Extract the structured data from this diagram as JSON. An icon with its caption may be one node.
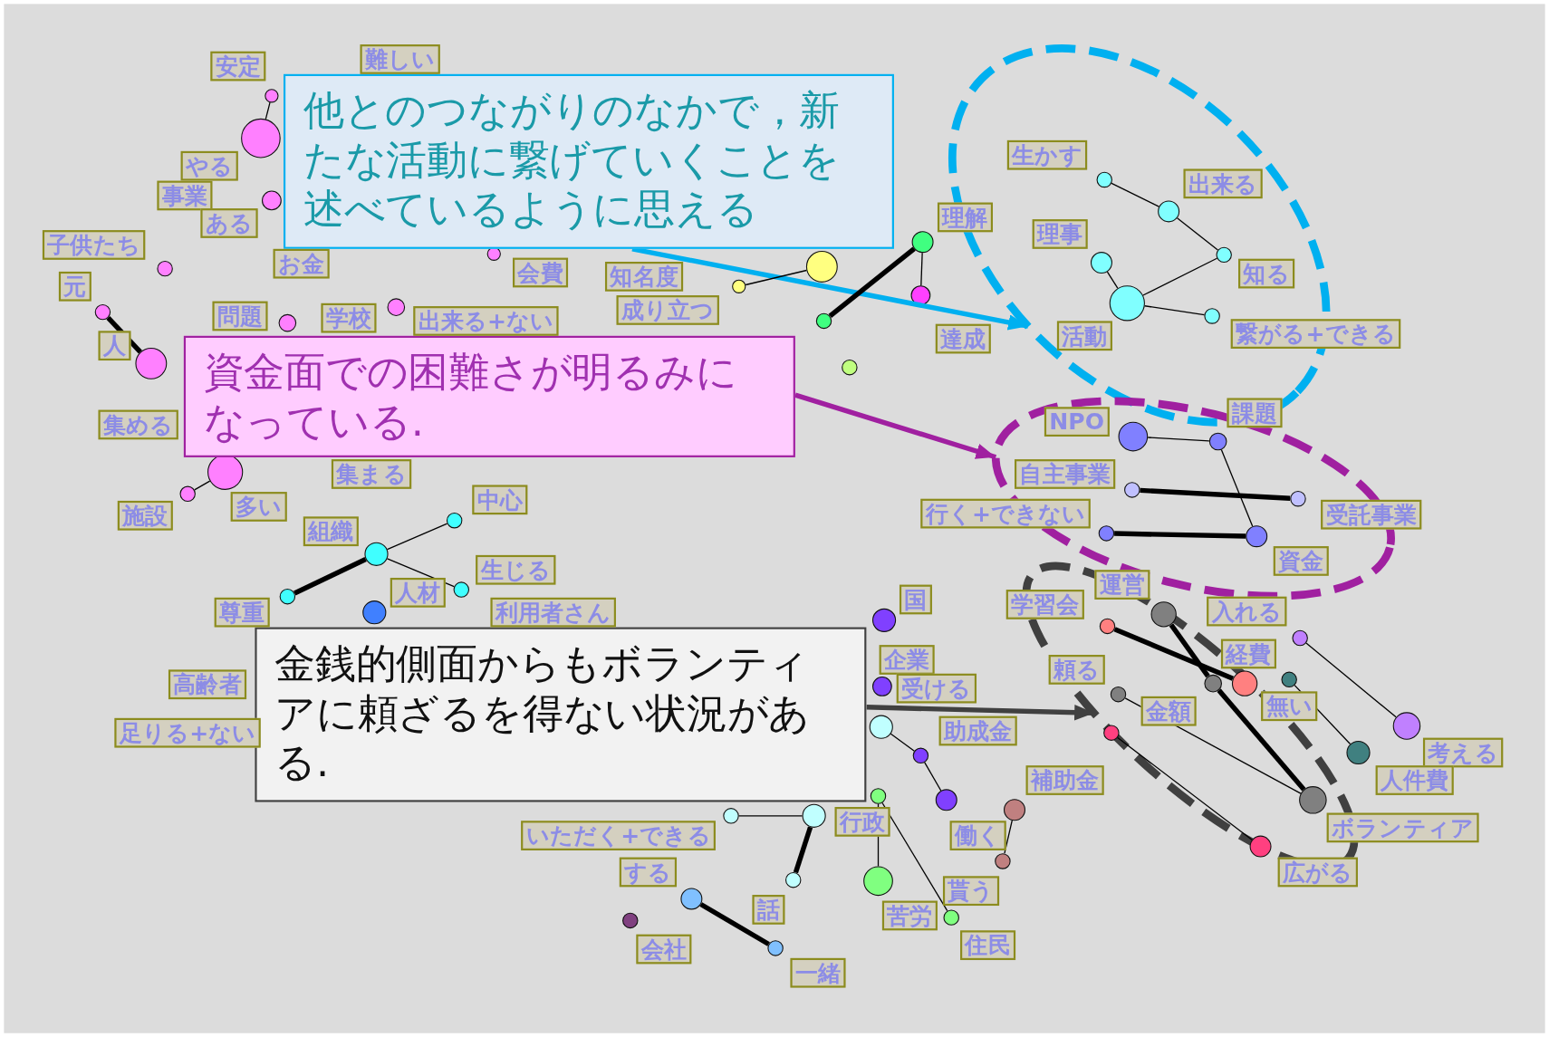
{
  "diagram": {
    "nodes": [
      {
        "text": [
          "他とのつながりのなかで，新たな活動に繋げていくことを述べているように思える"
        ]
      },
      {
        "text": [
          "資金面での困難さが明るみになっている."
        ]
      },
      {
        "text": [
          "金銭的側面からもボランティアに頼ざるを得ない状況がある."
        ]
      },
      {
        "text": [],
        "shape": "ellipse"
      },
      {
        "text": [],
        "shape": "ellipse"
      },
      {
        "text": [],
        "shape": "ellipse"
      },
      {
        "text": [],
        "shape": "circle",
        "beside": [
          "安定"
        ]
      },
      {
        "text": [],
        "shape": "circle",
        "beside": [
          "やる"
        ]
      },
      {
        "text": [],
        "shape": "circle",
        "beside": [
          "事業"
        ]
      },
      {
        "text": [],
        "shape": "circle",
        "beside": [
          "子供たち"
        ]
      },
      {
        "text": [],
        "shape": "circle",
        "beside": [
          "元"
        ]
      },
      {
        "text": [],
        "shape": "circle",
        "beside": [
          "人"
        ]
      },
      {
        "text": [],
        "shape": "circle",
        "beside": [
          "問題"
        ]
      },
      {
        "text": [],
        "shape": "circle",
        "beside": [
          "学校"
        ]
      },
      {
        "text": [],
        "shape": "circle",
        "beside": [
          "会費"
        ]
      },
      {
        "text": [],
        "shape": "circle",
        "beside": [
          "多い"
        ]
      },
      {
        "text": [],
        "shape": "circle",
        "beside": [
          "施設"
        ]
      },
      {
        "text": [],
        "shape": "circle"
      },
      {
        "text": [],
        "shape": "circle",
        "beside": [
          "成り立つ"
        ]
      },
      {
        "text": [],
        "shape": "circle",
        "beside": [
          "理解"
        ]
      },
      {
        "text": [],
        "shape": "circle",
        "beside": [
          "達成"
        ]
      },
      {
        "text": [],
        "shape": "circle"
      },
      {
        "text": [],
        "shape": "circle"
      },
      {
        "text": [],
        "shape": "circle",
        "beside": [
          "生かす"
        ],
        "in": 3
      },
      {
        "text": [],
        "shape": "circle",
        "beside": [
          "出来る"
        ],
        "in": 3
      },
      {
        "text": [],
        "shape": "circle",
        "beside": [
          "理事"
        ],
        "in": 3
      },
      {
        "text": [],
        "shape": "circle",
        "beside": [
          "知る"
        ],
        "in": 3
      },
      {
        "text": [],
        "shape": "circle",
        "beside": [
          "活動"
        ],
        "in": 3
      },
      {
        "text": [],
        "shape": "circle",
        "beside": [
          "繋がる+できる"
        ],
        "in": 3
      },
      {
        "text": [],
        "shape": "circle",
        "beside": [
          "NPO"
        ],
        "in": 4
      },
      {
        "text": [],
        "shape": "circle",
        "beside": [
          "課題"
        ],
        "in": 4
      },
      {
        "text": [],
        "shape": "circle",
        "beside": [
          "自主事業"
        ],
        "in": 4
      },
      {
        "text": [],
        "shape": "circle",
        "beside": [
          "受託事業"
        ],
        "in": 4
      },
      {
        "text": [],
        "shape": "circle",
        "beside": [
          "行く+できない"
        ],
        "in": 4
      },
      {
        "text": [],
        "shape": "circle",
        "beside": [
          "資金"
        ],
        "in": 4
      },
      {
        "text": [],
        "shape": "circle",
        "beside": [
          "組織"
        ]
      },
      {
        "text": [],
        "shape": "circle",
        "beside": [
          "中心"
        ]
      },
      {
        "text": [],
        "shape": "circle",
        "beside": [
          "尊重"
        ]
      },
      {
        "text": [],
        "shape": "circle",
        "beside": [
          "生じる"
        ]
      },
      {
        "text": [],
        "shape": "circle",
        "beside": [
          "人材"
        ]
      },
      {
        "text": [],
        "shape": "circle",
        "beside": [
          "国"
        ]
      },
      {
        "text": [],
        "shape": "circle",
        "beside": [
          "企業"
        ]
      },
      {
        "text": [],
        "shape": "circle",
        "beside": [
          "受ける"
        ]
      },
      {
        "text": [],
        "shape": "circle",
        "beside": [
          "助成金"
        ]
      },
      {
        "text": [],
        "shape": "circle",
        "beside": [
          "働く"
        ]
      },
      {
        "text": [],
        "shape": "circle",
        "beside": [
          "補助金"
        ]
      },
      {
        "text": [],
        "shape": "circle",
        "beside": [
          "貰う"
        ]
      },
      {
        "text": [],
        "shape": "circle",
        "beside": [
          "行政"
        ]
      },
      {
        "text": [],
        "shape": "circle",
        "beside": [
          "苦労"
        ]
      },
      {
        "text": [],
        "shape": "circle",
        "beside": [
          "住民"
        ]
      },
      {
        "text": [],
        "shape": "circle",
        "beside": [
          "いただく+できる"
        ]
      },
      {
        "text": [],
        "shape": "circle"
      },
      {
        "text": [],
        "shape": "circle",
        "beside": [
          "話"
        ]
      },
      {
        "text": [],
        "shape": "circle",
        "beside": [
          "する"
        ]
      },
      {
        "text": [],
        "shape": "circle",
        "beside": [
          "一緒"
        ]
      },
      {
        "text": [],
        "shape": "circle",
        "beside": [
          "会社"
        ]
      },
      {
        "text": [],
        "shape": "circle",
        "beside": [
          "運営"
        ],
        "in": 5
      },
      {
        "text": [],
        "shape": "circle",
        "beside": [
          "学習会"
        ],
        "in": 5
      },
      {
        "text": [],
        "shape": "circle",
        "beside": [
          "金額"
        ],
        "in": 5
      },
      {
        "text": [],
        "shape": "circle",
        "in": 5
      },
      {
        "text": [],
        "shape": "circle",
        "beside": [
          "経費"
        ],
        "in": 5
      },
      {
        "text": [],
        "shape": "circle",
        "beside": [
          "無い"
        ]
      },
      {
        "text": [],
        "shape": "circle"
      },
      {
        "text": [],
        "shape": "circle",
        "beside": [
          "ボランティア"
        ],
        "in": 5
      },
      {
        "text": [],
        "shape": "circle",
        "beside": [
          "広がる"
        ]
      },
      {
        "text": [],
        "shape": "circle",
        "beside": [
          "入れる"
        ]
      },
      {
        "text": [],
        "shape": "circle",
        "beside": [
          "考える"
        ]
      },
      {
        "text": [],
        "shape": "circle",
        "beside": [
          "人件費"
        ]
      }
    ],
    "edges": [
      {
        "from": 0,
        "to": 3,
        "arrow": "to",
        "style": "thick",
        "color": "#00b0f0"
      },
      {
        "from": 1,
        "to": 4,
        "arrow": "to",
        "style": "thick",
        "color": "#a020a0"
      },
      {
        "from": 2,
        "to": 5,
        "arrow": "to",
        "style": "thick",
        "color": "#404040"
      },
      {
        "from": 6,
        "to": 7,
        "arrow": "none"
      },
      {
        "from": 10,
        "to": 11,
        "arrow": "none",
        "style": "thick"
      },
      {
        "from": 15,
        "to": 16,
        "arrow": "none"
      },
      {
        "from": 17,
        "to": 18,
        "arrow": "none"
      },
      {
        "from": 21,
        "to": 19,
        "arrow": "none",
        "style": "thick"
      },
      {
        "from": 20,
        "to": 19,
        "arrow": "none"
      },
      {
        "from": 23,
        "to": 24,
        "arrow": "none"
      },
      {
        "from": 24,
        "to": 26,
        "arrow": "none"
      },
      {
        "from": 26,
        "to": 27,
        "arrow": "none"
      },
      {
        "from": 25,
        "to": 27,
        "arrow": "none"
      },
      {
        "from": 27,
        "to": 28,
        "arrow": "none"
      },
      {
        "from": 29,
        "to": 30,
        "arrow": "none"
      },
      {
        "from": 30,
        "to": 34,
        "arrow": "none"
      },
      {
        "from": 31,
        "to": 32,
        "arrow": "none",
        "style": "thick"
      },
      {
        "from": 33,
        "to": 34,
        "arrow": "none",
        "style": "thick"
      },
      {
        "from": 35,
        "to": 36,
        "arrow": "none"
      },
      {
        "from": 35,
        "to": 37,
        "arrow": "none",
        "style": "thick"
      },
      {
        "from": 35,
        "to": 38,
        "arrow": "none"
      },
      {
        "from": 43,
        "to": 44,
        "arrow": "none"
      },
      {
        "from": 43,
        "to": 42,
        "arrow": "none"
      },
      {
        "from": 45,
        "to": 46,
        "arrow": "none"
      },
      {
        "from": 47,
        "to": 48,
        "arrow": "none"
      },
      {
        "from": 47,
        "to": 49,
        "arrow": "none"
      },
      {
        "from": 50,
        "to": 51,
        "arrow": "none"
      },
      {
        "from": 51,
        "to": 52,
        "arrow": "none",
        "style": "thick"
      },
      {
        "from": 53,
        "to": 54,
        "arrow": "none",
        "style": "thick"
      },
      {
        "from": 57,
        "to": 60,
        "arrow": "none",
        "style": "thick"
      },
      {
        "from": 56,
        "to": 59,
        "arrow": "none",
        "style": "thick"
      },
      {
        "from": 59,
        "to": 63,
        "arrow": "none",
        "style": "thick"
      },
      {
        "from": 58,
        "to": 63,
        "arrow": "none"
      },
      {
        "from": 62,
        "to": 64,
        "arrow": "none"
      },
      {
        "from": 65,
        "to": 66,
        "arrow": "none"
      },
      {
        "from": 61,
        "to": 67,
        "arrow": "none"
      }
    ],
    "labels": [
      "難しい",
      "ある",
      "お金",
      "知名度",
      "出来る+ない",
      "集める",
      "集まる",
      "利用者さん",
      "高齢者",
      "足りる+ない",
      "頼る"
    ]
  }
}
